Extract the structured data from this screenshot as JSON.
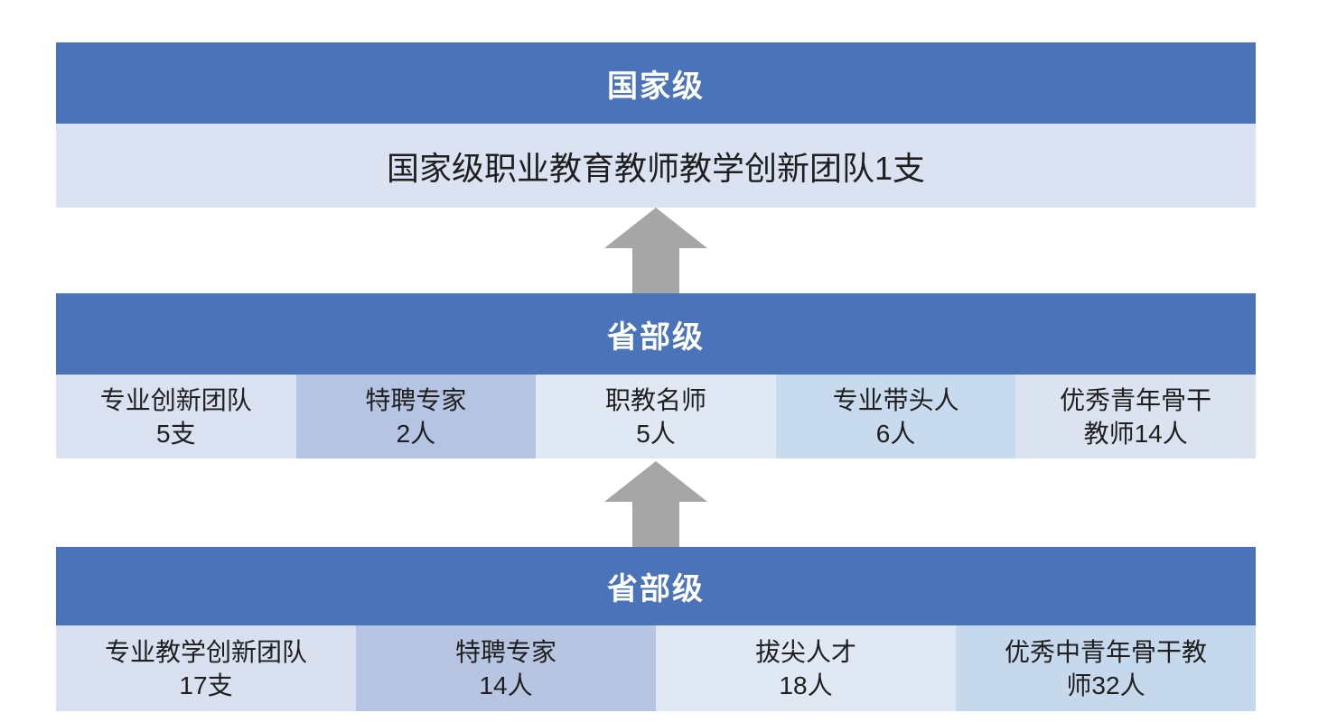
{
  "colors": {
    "header_bg": "#4a73b9",
    "arrow_gray": "#a6a6a6",
    "national_row_bg": "#dbe3f2",
    "body_text": "#1f1f1f",
    "header_text": "#ffffff"
  },
  "tier_national": {
    "header": "国家级",
    "row_text": "国家级职业教育教师教学创新团队1支",
    "row_bg": "#dbe3f2"
  },
  "tier_provincial_upper": {
    "header": "省部级",
    "cells": [
      {
        "label": "专业创新团队",
        "count": "5支",
        "bg": "#dae2f1"
      },
      {
        "label": "特聘专家",
        "count": "2人",
        "bg": "#b5c4e2"
      },
      {
        "label": "职教名师",
        "count": "5人",
        "bg": "#e0e8f3"
      },
      {
        "label": "专业带头人",
        "count": "6人",
        "bg": "#c8daed"
      },
      {
        "label": "优秀青年骨干",
        "count": "教师14人",
        "bg": "#dce3f0"
      }
    ]
  },
  "tier_provincial_lower": {
    "header": "省部级",
    "cells": [
      {
        "label": "专业教学创新团队",
        "count": "17支",
        "bg": "#d9e1f0"
      },
      {
        "label": "特聘专家",
        "count": "14人",
        "bg": "#b7c5e2"
      },
      {
        "label": "拔尖人才",
        "count": "18人",
        "bg": "#e0e8f3"
      },
      {
        "label": "优秀中青年骨干教",
        "count": "师32人",
        "bg": "#c6d8ec"
      }
    ]
  },
  "icons": {
    "arrow_1": "up-arrow",
    "arrow_2": "up-arrow"
  }
}
